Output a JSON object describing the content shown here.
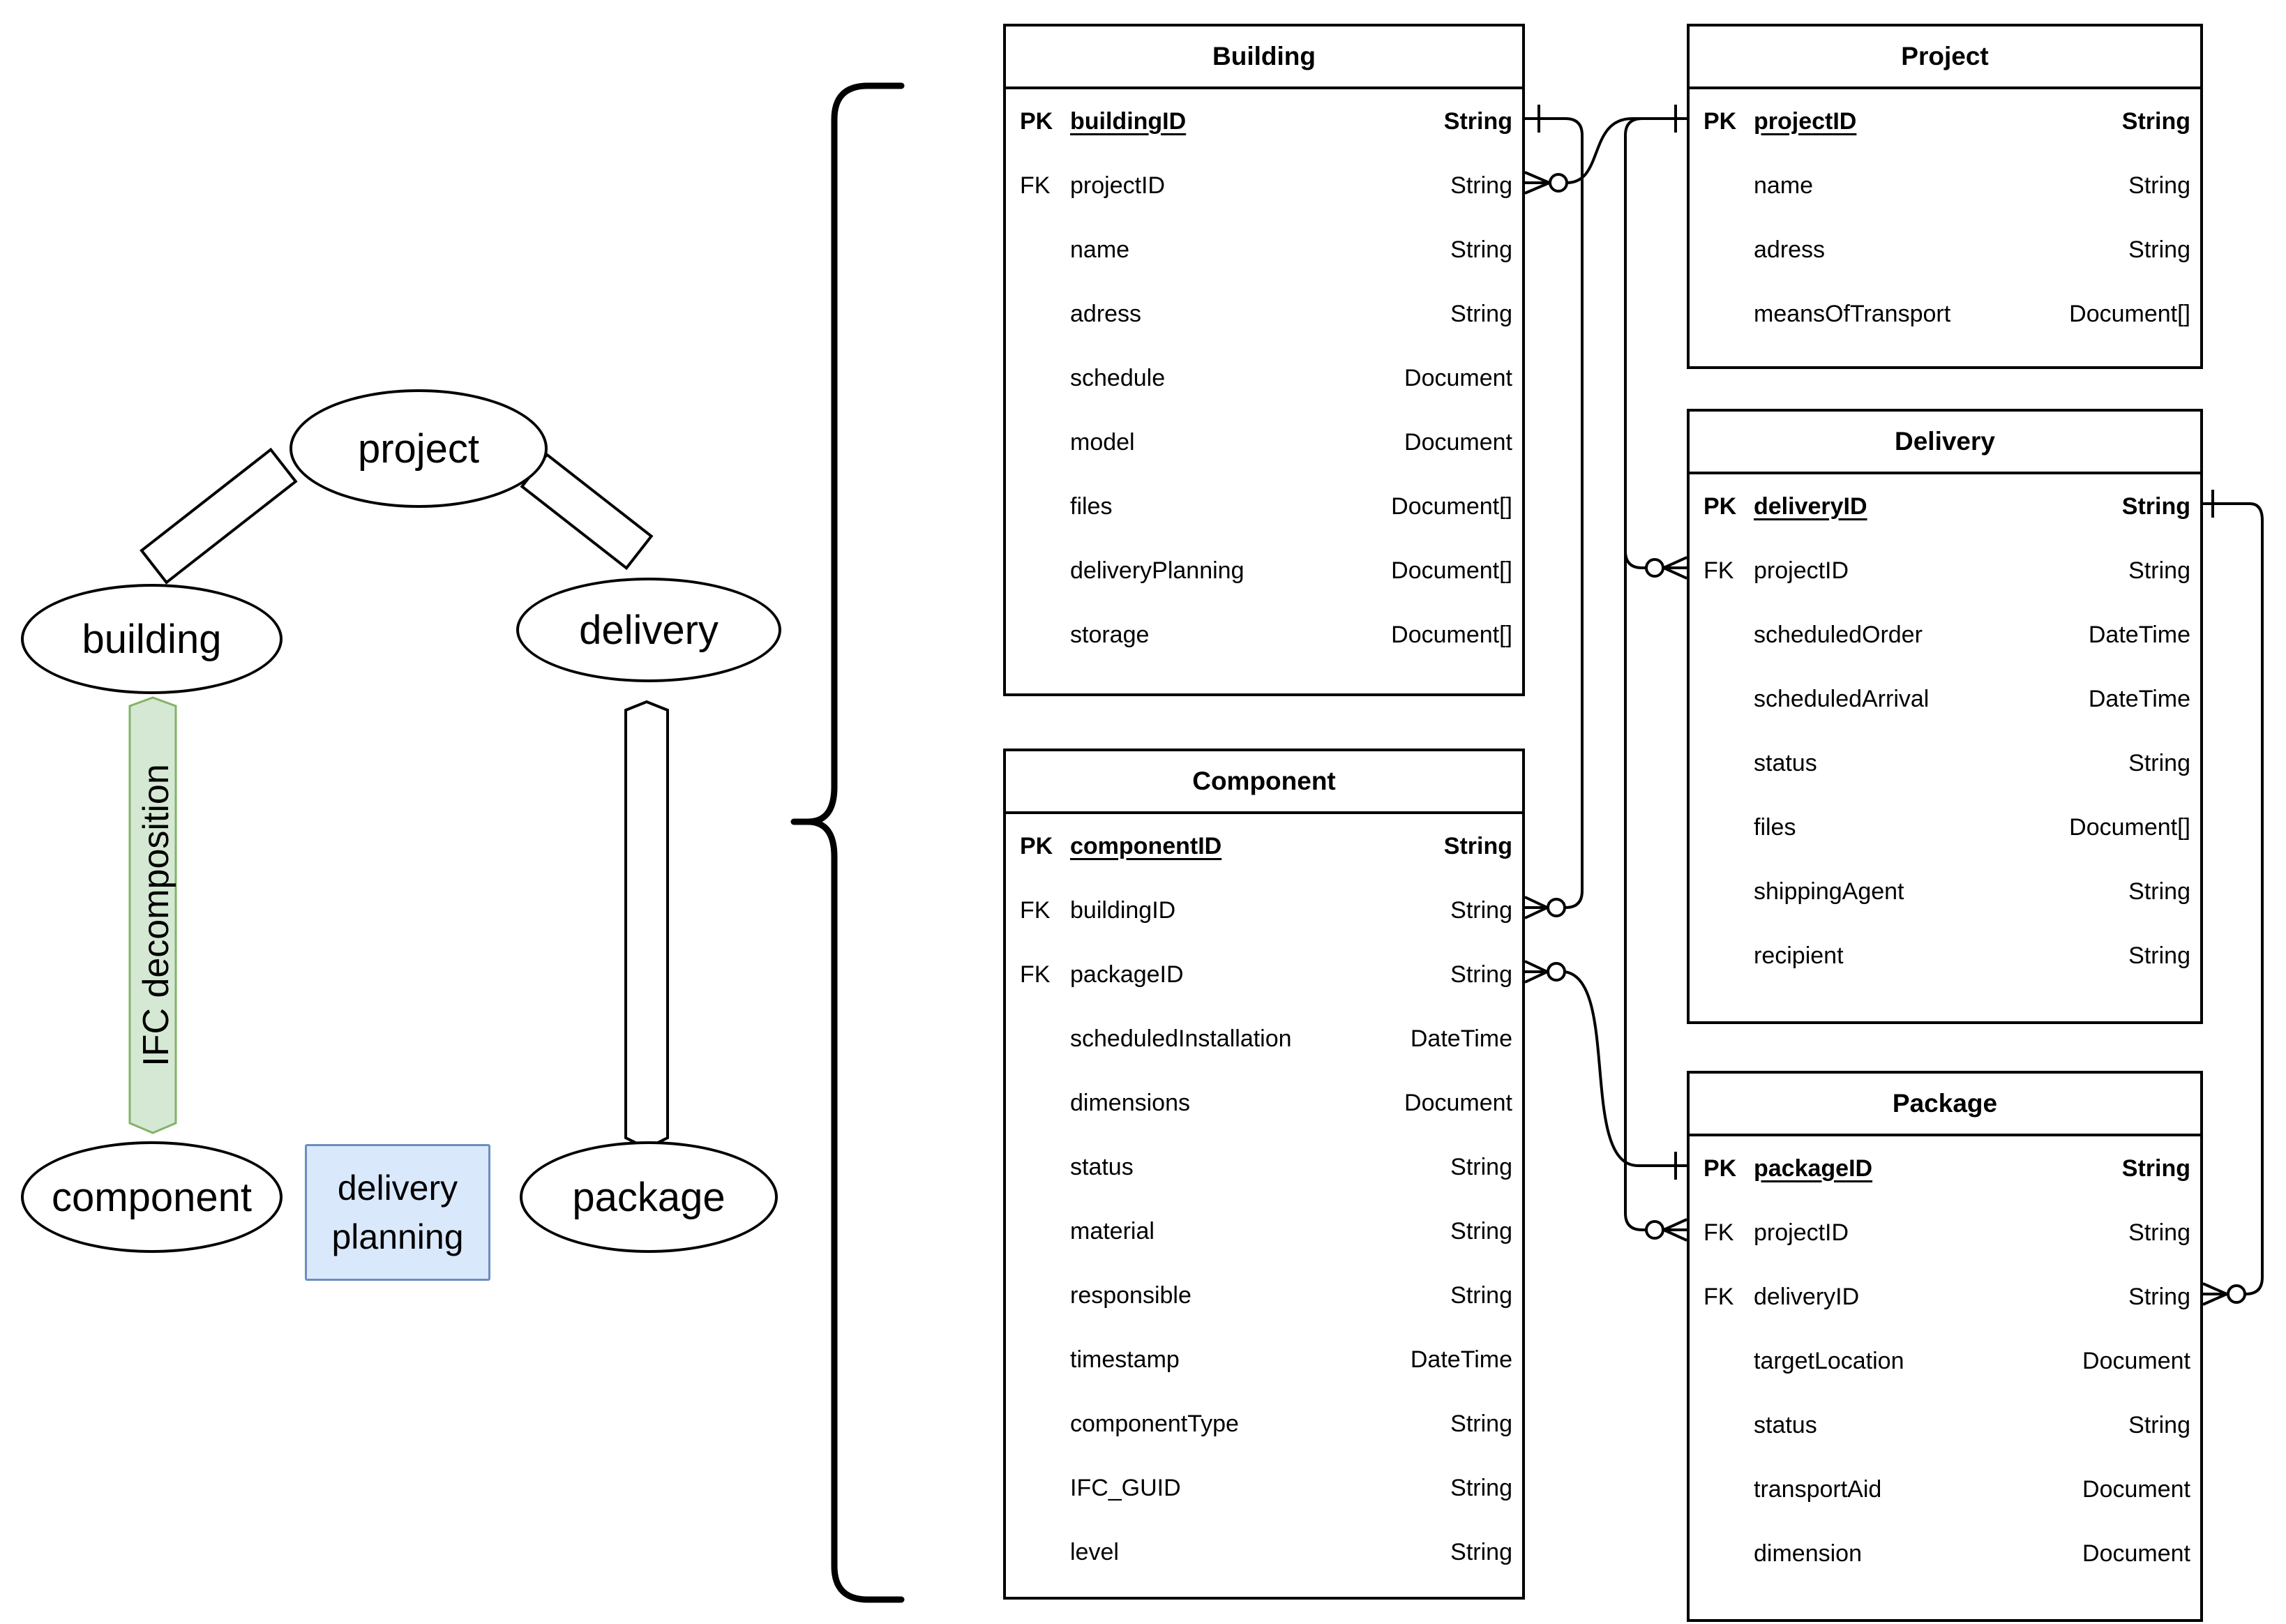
{
  "diagram": {
    "nodes": {
      "project": {
        "label": "project"
      },
      "building": {
        "label": "building"
      },
      "delivery": {
        "label": "delivery"
      },
      "component": {
        "label": "component"
      },
      "package": {
        "label": "package"
      }
    },
    "edge_labels": {
      "ifc_decomposition": "IFC decomposition",
      "delivery_planning": "delivery planning"
    },
    "colors": {
      "green_fill": "#d5e8d4",
      "green_stroke": "#82b366",
      "blue_fill": "#dae8fc",
      "blue_stroke": "#6c8ebf",
      "line": "#000000"
    }
  },
  "tables": {
    "building": {
      "title": "Building",
      "rows": [
        {
          "key": "PK",
          "name": "buildingID",
          "type": "String"
        },
        {
          "key": "FK",
          "name": "projectID",
          "type": "String"
        },
        {
          "key": "",
          "name": "name",
          "type": "String"
        },
        {
          "key": "",
          "name": "adress",
          "type": "String"
        },
        {
          "key": "",
          "name": "schedule",
          "type": "Document"
        },
        {
          "key": "",
          "name": "model",
          "type": "Document"
        },
        {
          "key": "",
          "name": "files",
          "type": "Document[]"
        },
        {
          "key": "",
          "name": "deliveryPlanning",
          "type": "Document[]"
        },
        {
          "key": "",
          "name": "storage",
          "type": "Document[]"
        }
      ]
    },
    "project": {
      "title": "Project",
      "rows": [
        {
          "key": "PK",
          "name": "projectID",
          "type": "String"
        },
        {
          "key": "",
          "name": "name",
          "type": "String"
        },
        {
          "key": "",
          "name": "adress",
          "type": "String"
        },
        {
          "key": "",
          "name": "meansOfTransport",
          "type": "Document[]"
        }
      ]
    },
    "delivery": {
      "title": "Delivery",
      "rows": [
        {
          "key": "PK",
          "name": "deliveryID",
          "type": "String"
        },
        {
          "key": "FK",
          "name": "projectID",
          "type": "String"
        },
        {
          "key": "",
          "name": "scheduledOrder",
          "type": "DateTime"
        },
        {
          "key": "",
          "name": "scheduledArrival",
          "type": "DateTime"
        },
        {
          "key": "",
          "name": "status",
          "type": "String"
        },
        {
          "key": "",
          "name": "files",
          "type": "Document[]"
        },
        {
          "key": "",
          "name": "shippingAgent",
          "type": "String"
        },
        {
          "key": "",
          "name": "recipient",
          "type": "String"
        }
      ]
    },
    "component": {
      "title": "Component",
      "rows": [
        {
          "key": "PK",
          "name": "componentID",
          "type": "String"
        },
        {
          "key": "FK",
          "name": "buildingID",
          "type": "String"
        },
        {
          "key": "FK",
          "name": "packageID",
          "type": "String"
        },
        {
          "key": "",
          "name": "scheduledInstallation",
          "type": "DateTime"
        },
        {
          "key": "",
          "name": "dimensions",
          "type": "Document"
        },
        {
          "key": "",
          "name": "status",
          "type": "String"
        },
        {
          "key": "",
          "name": "material",
          "type": "String"
        },
        {
          "key": "",
          "name": "responsible",
          "type": "String"
        },
        {
          "key": "",
          "name": "timestamp",
          "type": "DateTime"
        },
        {
          "key": "",
          "name": "componentType",
          "type": "String"
        },
        {
          "key": "",
          "name": "IFC_GUID",
          "type": "String"
        },
        {
          "key": "",
          "name": "level",
          "type": "String"
        }
      ]
    },
    "package": {
      "title": "Package",
      "rows": [
        {
          "key": "PK",
          "name": "packageID",
          "type": "String"
        },
        {
          "key": "FK",
          "name": "projectID",
          "type": "String"
        },
        {
          "key": "FK",
          "name": "deliveryID",
          "type": "String"
        },
        {
          "key": "",
          "name": "targetLocation",
          "type": "Document"
        },
        {
          "key": "",
          "name": "status",
          "type": "String"
        },
        {
          "key": "",
          "name": "transportAid",
          "type": "Document"
        },
        {
          "key": "",
          "name": "dimension",
          "type": "Document"
        }
      ]
    }
  },
  "relationships": [
    {
      "from": "Building.buildingID",
      "to": "Component.buildingID",
      "from_cardinality": "one",
      "to_cardinality": "zero-or-many"
    },
    {
      "from": "Project.projectID",
      "to": "Building.projectID",
      "from_cardinality": "one",
      "to_cardinality": "zero-or-many"
    },
    {
      "from": "Project.projectID",
      "to": "Delivery.projectID",
      "from_cardinality": "one",
      "to_cardinality": "zero-or-many"
    },
    {
      "from": "Project.projectID",
      "to": "Package.projectID",
      "from_cardinality": "one",
      "to_cardinality": "zero-or-many"
    },
    {
      "from": "Package.packageID",
      "to": "Component.packageID",
      "from_cardinality": "one",
      "to_cardinality": "zero-or-many"
    },
    {
      "from": "Delivery.deliveryID",
      "to": "Package.deliveryID",
      "from_cardinality": "one",
      "to_cardinality": "zero-or-many"
    }
  ]
}
